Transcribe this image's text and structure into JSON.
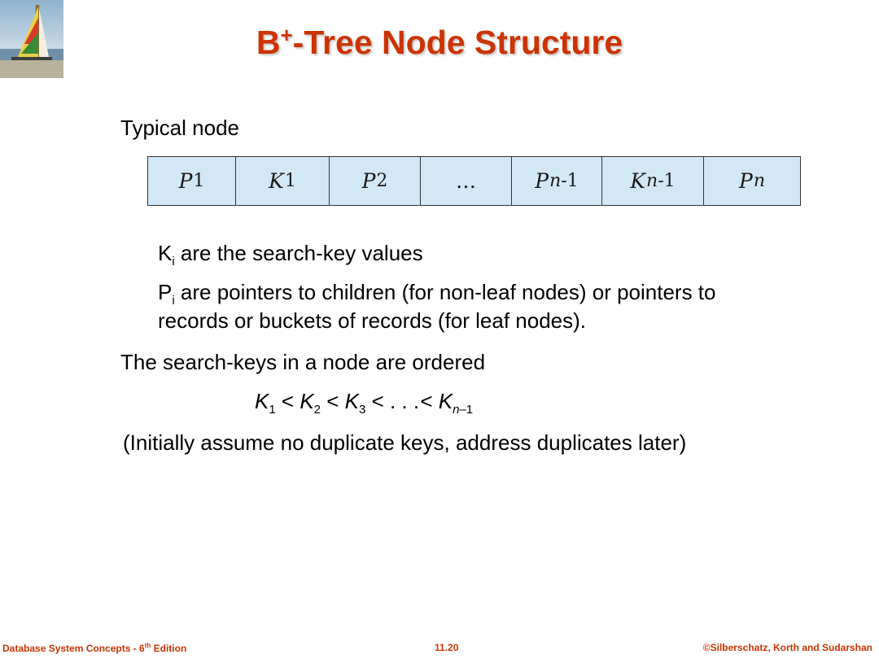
{
  "slide": {
    "title_main": "B",
    "title_sup": "+",
    "title_rest": "-Tree Node Structure",
    "typical_node": "Typical node",
    "node_cells": [
      {
        "base": "P",
        "sub": "1"
      },
      {
        "base": "K",
        "sub": "1"
      },
      {
        "base": "P",
        "sub": "2"
      },
      {
        "base": "…",
        "sub": ""
      },
      {
        "base": "P",
        "sub_i": "n",
        "sub": "-1"
      },
      {
        "base": "K",
        "sub_i": "n",
        "sub": "-1"
      },
      {
        "base": "P",
        "sub_i": "n",
        "sub": ""
      }
    ],
    "ki_letter": "K",
    "ki_sub": "i",
    "ki_text": " are the search-key values",
    "pi_letter": "P",
    "pi_sub": "i",
    "pi_text_1": " are pointers to children (for non-leaf nodes) or pointers to",
    "pi_text_2": "records or buckets of records (for leaf nodes).",
    "ordered_text": "The search-keys in a node are ordered",
    "formula": {
      "k": "K",
      "s1": "1",
      "s2": "2",
      "s3": "3",
      "lt": " < ",
      "dots": ". . . ",
      "sn": "n",
      "sn_rest": "–1"
    },
    "initial_text": "(Initially assume no duplicate keys, address duplicates later)"
  },
  "footer": {
    "left_main": "Database System Concepts - 6",
    "left_sup": "th",
    "left_rest": " Edition",
    "page": "11.20",
    "right": "©Silberschatz, Korth and Sudarshan"
  },
  "colors": {
    "title": "#cc3300",
    "node_fill": "#d3e8f6",
    "footer": "#cc3300"
  },
  "icons": {
    "logo": "sailboat-logo-icon"
  }
}
